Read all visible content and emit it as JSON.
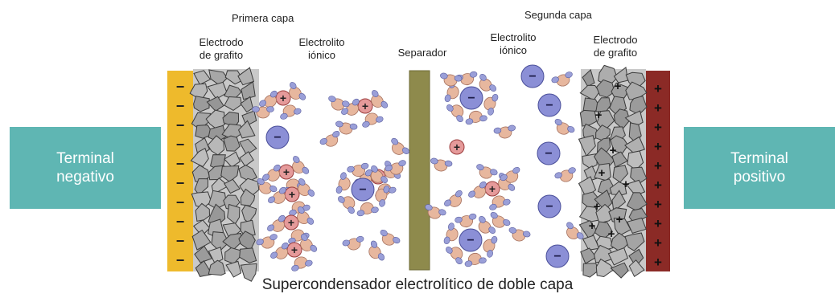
{
  "labels": {
    "first_layer": "Primera capa",
    "second_layer": "Segunda capa",
    "left_electrode": [
      "Electrodo",
      "de grafito"
    ],
    "left_electrolyte": [
      "Electrolito",
      "iónico"
    ],
    "separator": "Separador",
    "right_electrolyte": [
      "Electrolito",
      "iónico"
    ],
    "right_electrode": [
      "Electrodo",
      "de grafito"
    ]
  },
  "terminals": {
    "negative": [
      "Terminal",
      "negativo"
    ],
    "positive": [
      "Terminal",
      "positivo"
    ]
  },
  "caption": "Supercondensador electrolítico de doble capa",
  "symbols": {
    "minus": "−",
    "plus": "+"
  },
  "colors": {
    "terminal_bg": "#5fb6b3",
    "negative_collector": "#eeba2c",
    "positive_collector": "#8b2a26",
    "separator": "#8e8a4c",
    "graphite": "#a7a7a7",
    "anion": "#8b8fd6",
    "cation": "#e59a9a",
    "solvent": "#e7b79e"
  }
}
